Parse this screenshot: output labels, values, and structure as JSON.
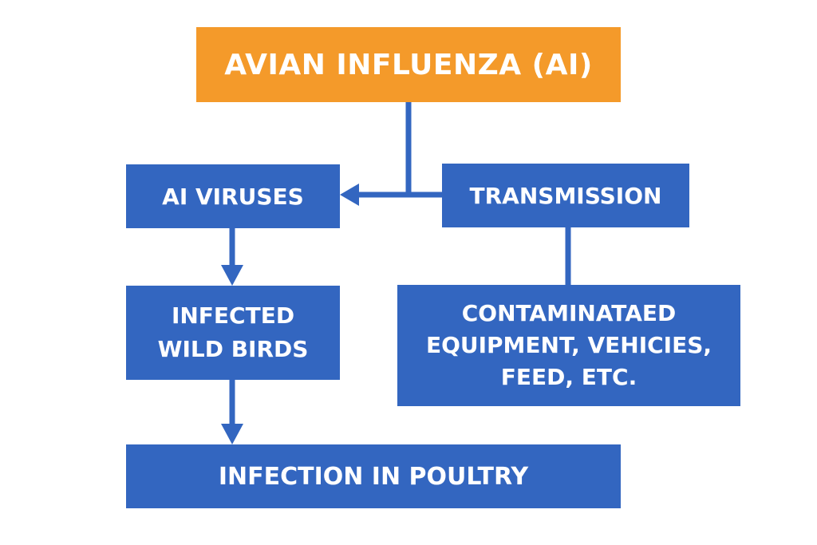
{
  "colors": {
    "accent_orange": "#f49a2a",
    "box_blue": "#3366c0",
    "connector": "#3366c0",
    "text": "#ffffff",
    "background": "#ffffff"
  },
  "nodes": {
    "title": {
      "label": "AVIAN INFLUENZA (AI)"
    },
    "viruses": {
      "label": "AI VIRUSES"
    },
    "transmission": {
      "label": "TRANSMISSION"
    },
    "wild_birds": {
      "lines": [
        "INFECTED",
        "WILD BIRDS"
      ]
    },
    "contaminated": {
      "lines": [
        "CONTAMINATAED",
        "EQUIPMENT, VEHICIES,",
        "FEED, ETC."
      ]
    },
    "poultry": {
      "label": "INFECTION IN POULTRY"
    }
  },
  "edges": [
    {
      "from": "title",
      "to": "viruses",
      "arrow": true
    },
    {
      "from": "transmission",
      "to": "viruses",
      "arrow": true
    },
    {
      "from": "viruses",
      "to": "wild_birds",
      "arrow": true
    },
    {
      "from": "transmission",
      "to": "contaminated",
      "arrow": false
    },
    {
      "from": "wild_birds",
      "to": "poultry",
      "arrow": true
    }
  ]
}
